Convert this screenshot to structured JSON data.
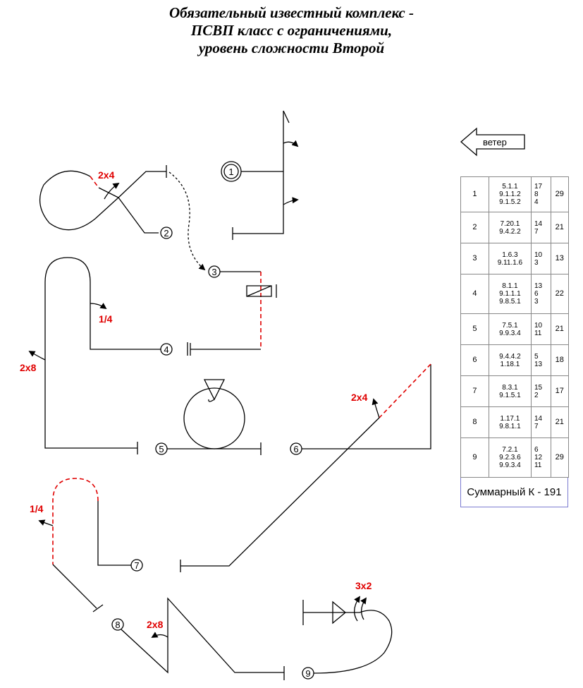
{
  "title": {
    "line1": "Обязательный известный комплекс -",
    "line2": "ПСВП класс с ограничениями,",
    "line3": "уровень сложности Второй"
  },
  "wind": {
    "label": "ветер"
  },
  "figures": [
    {
      "number": "1"
    },
    {
      "number": "2"
    },
    {
      "number": "3"
    },
    {
      "number": "4"
    },
    {
      "number": "5"
    },
    {
      "number": "6"
    },
    {
      "number": "7"
    },
    {
      "number": "8"
    },
    {
      "number": "9"
    }
  ],
  "annotations": {
    "roll_2x4_a": "2x4",
    "roll_1_4_a": "1/4",
    "roll_2x8_a": "2x8",
    "roll_2x4_b": "2x4",
    "roll_1_4_b": "1/4",
    "roll_2x8_b": "2x8",
    "roll_3x2": "3x2"
  },
  "table": {
    "rows": [
      {
        "n": "1",
        "codes": [
          "5.1.1",
          "9.1.1.2",
          "9.1.5.2"
        ],
        "k": [
          "17",
          "8",
          "4"
        ],
        "total": "29"
      },
      {
        "n": "2",
        "codes": [
          "7.20.1",
          "9.4.2.2"
        ],
        "k": [
          "14",
          "7"
        ],
        "total": "21"
      },
      {
        "n": "3",
        "codes": [
          "1.6.3",
          "9.11.1.6"
        ],
        "k": [
          "10",
          "3"
        ],
        "total": "13"
      },
      {
        "n": "4",
        "codes": [
          "8.1.1",
          "9.1.1.1",
          "9.8.5.1"
        ],
        "k": [
          "13",
          "6",
          "3"
        ],
        "total": "22"
      },
      {
        "n": "5",
        "codes": [
          "7.5.1",
          "9.9.3.4"
        ],
        "k": [
          "10",
          "11"
        ],
        "total": "21"
      },
      {
        "n": "6",
        "codes": [
          "9.4.4.2",
          "1.18.1"
        ],
        "k": [
          "5",
          "13"
        ],
        "total": "18"
      },
      {
        "n": "7",
        "codes": [
          "8.3.1",
          "9.1.5.1"
        ],
        "k": [
          "15",
          "2"
        ],
        "total": "17"
      },
      {
        "n": "8",
        "codes": [
          "1.17.1",
          "9.8.1.1"
        ],
        "k": [
          "14",
          "7"
        ],
        "total": "21"
      },
      {
        "n": "9",
        "codes": [
          "7.2.1",
          "9.2.3.6",
          "9.9.3.4"
        ],
        "k": [
          "6",
          "12",
          "11"
        ],
        "total": "29"
      }
    ],
    "total_label": "Суммарный К - 191"
  }
}
